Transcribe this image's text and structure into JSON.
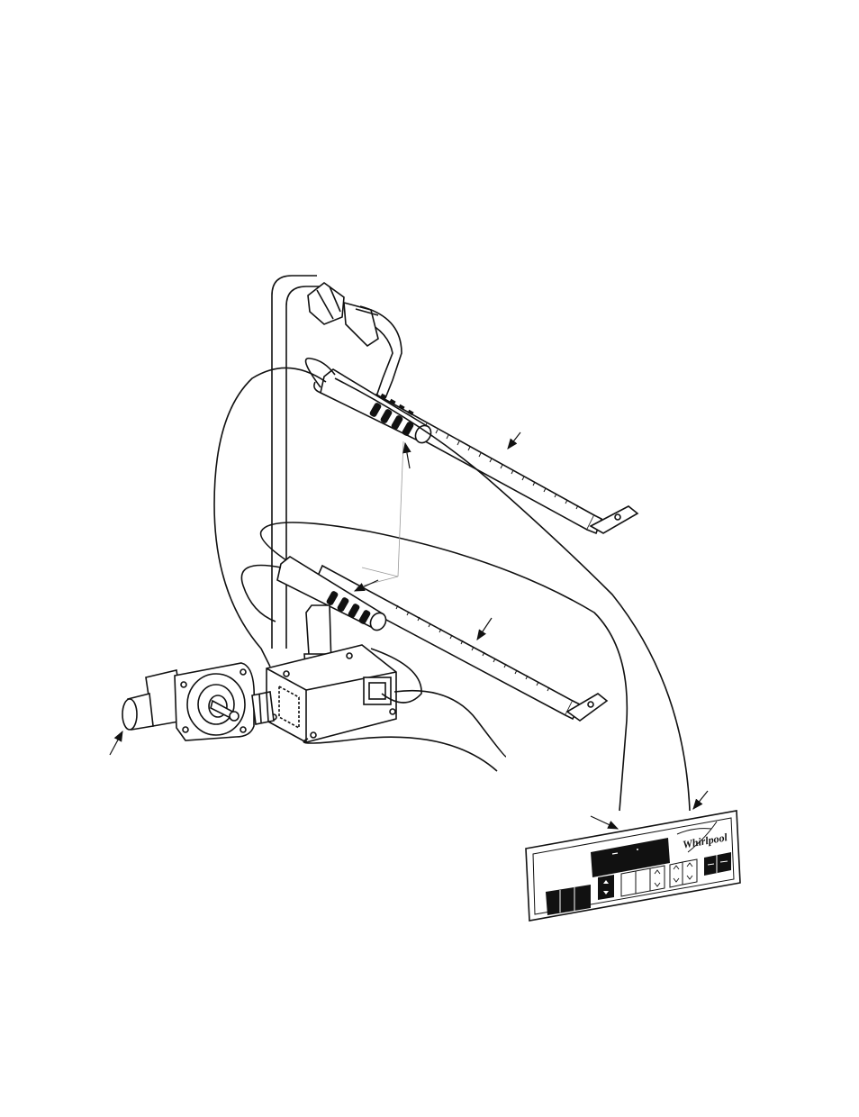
{
  "diagram": {
    "style": "black line-art exploded view",
    "colors": {
      "ink": "#111111",
      "paper": "#ffffff",
      "leader": "#888888"
    },
    "components": [
      "gas-supply-pipe",
      "gas-regulator",
      "gas-valve-assembly",
      "oven-burner-tube",
      "broil-burner-tube",
      "oven-igniter",
      "broil-igniter",
      "igniter-wiring",
      "electronic-control-panel"
    ],
    "control_panel": {
      "brand_logo": "Whirlpool"
    }
  }
}
